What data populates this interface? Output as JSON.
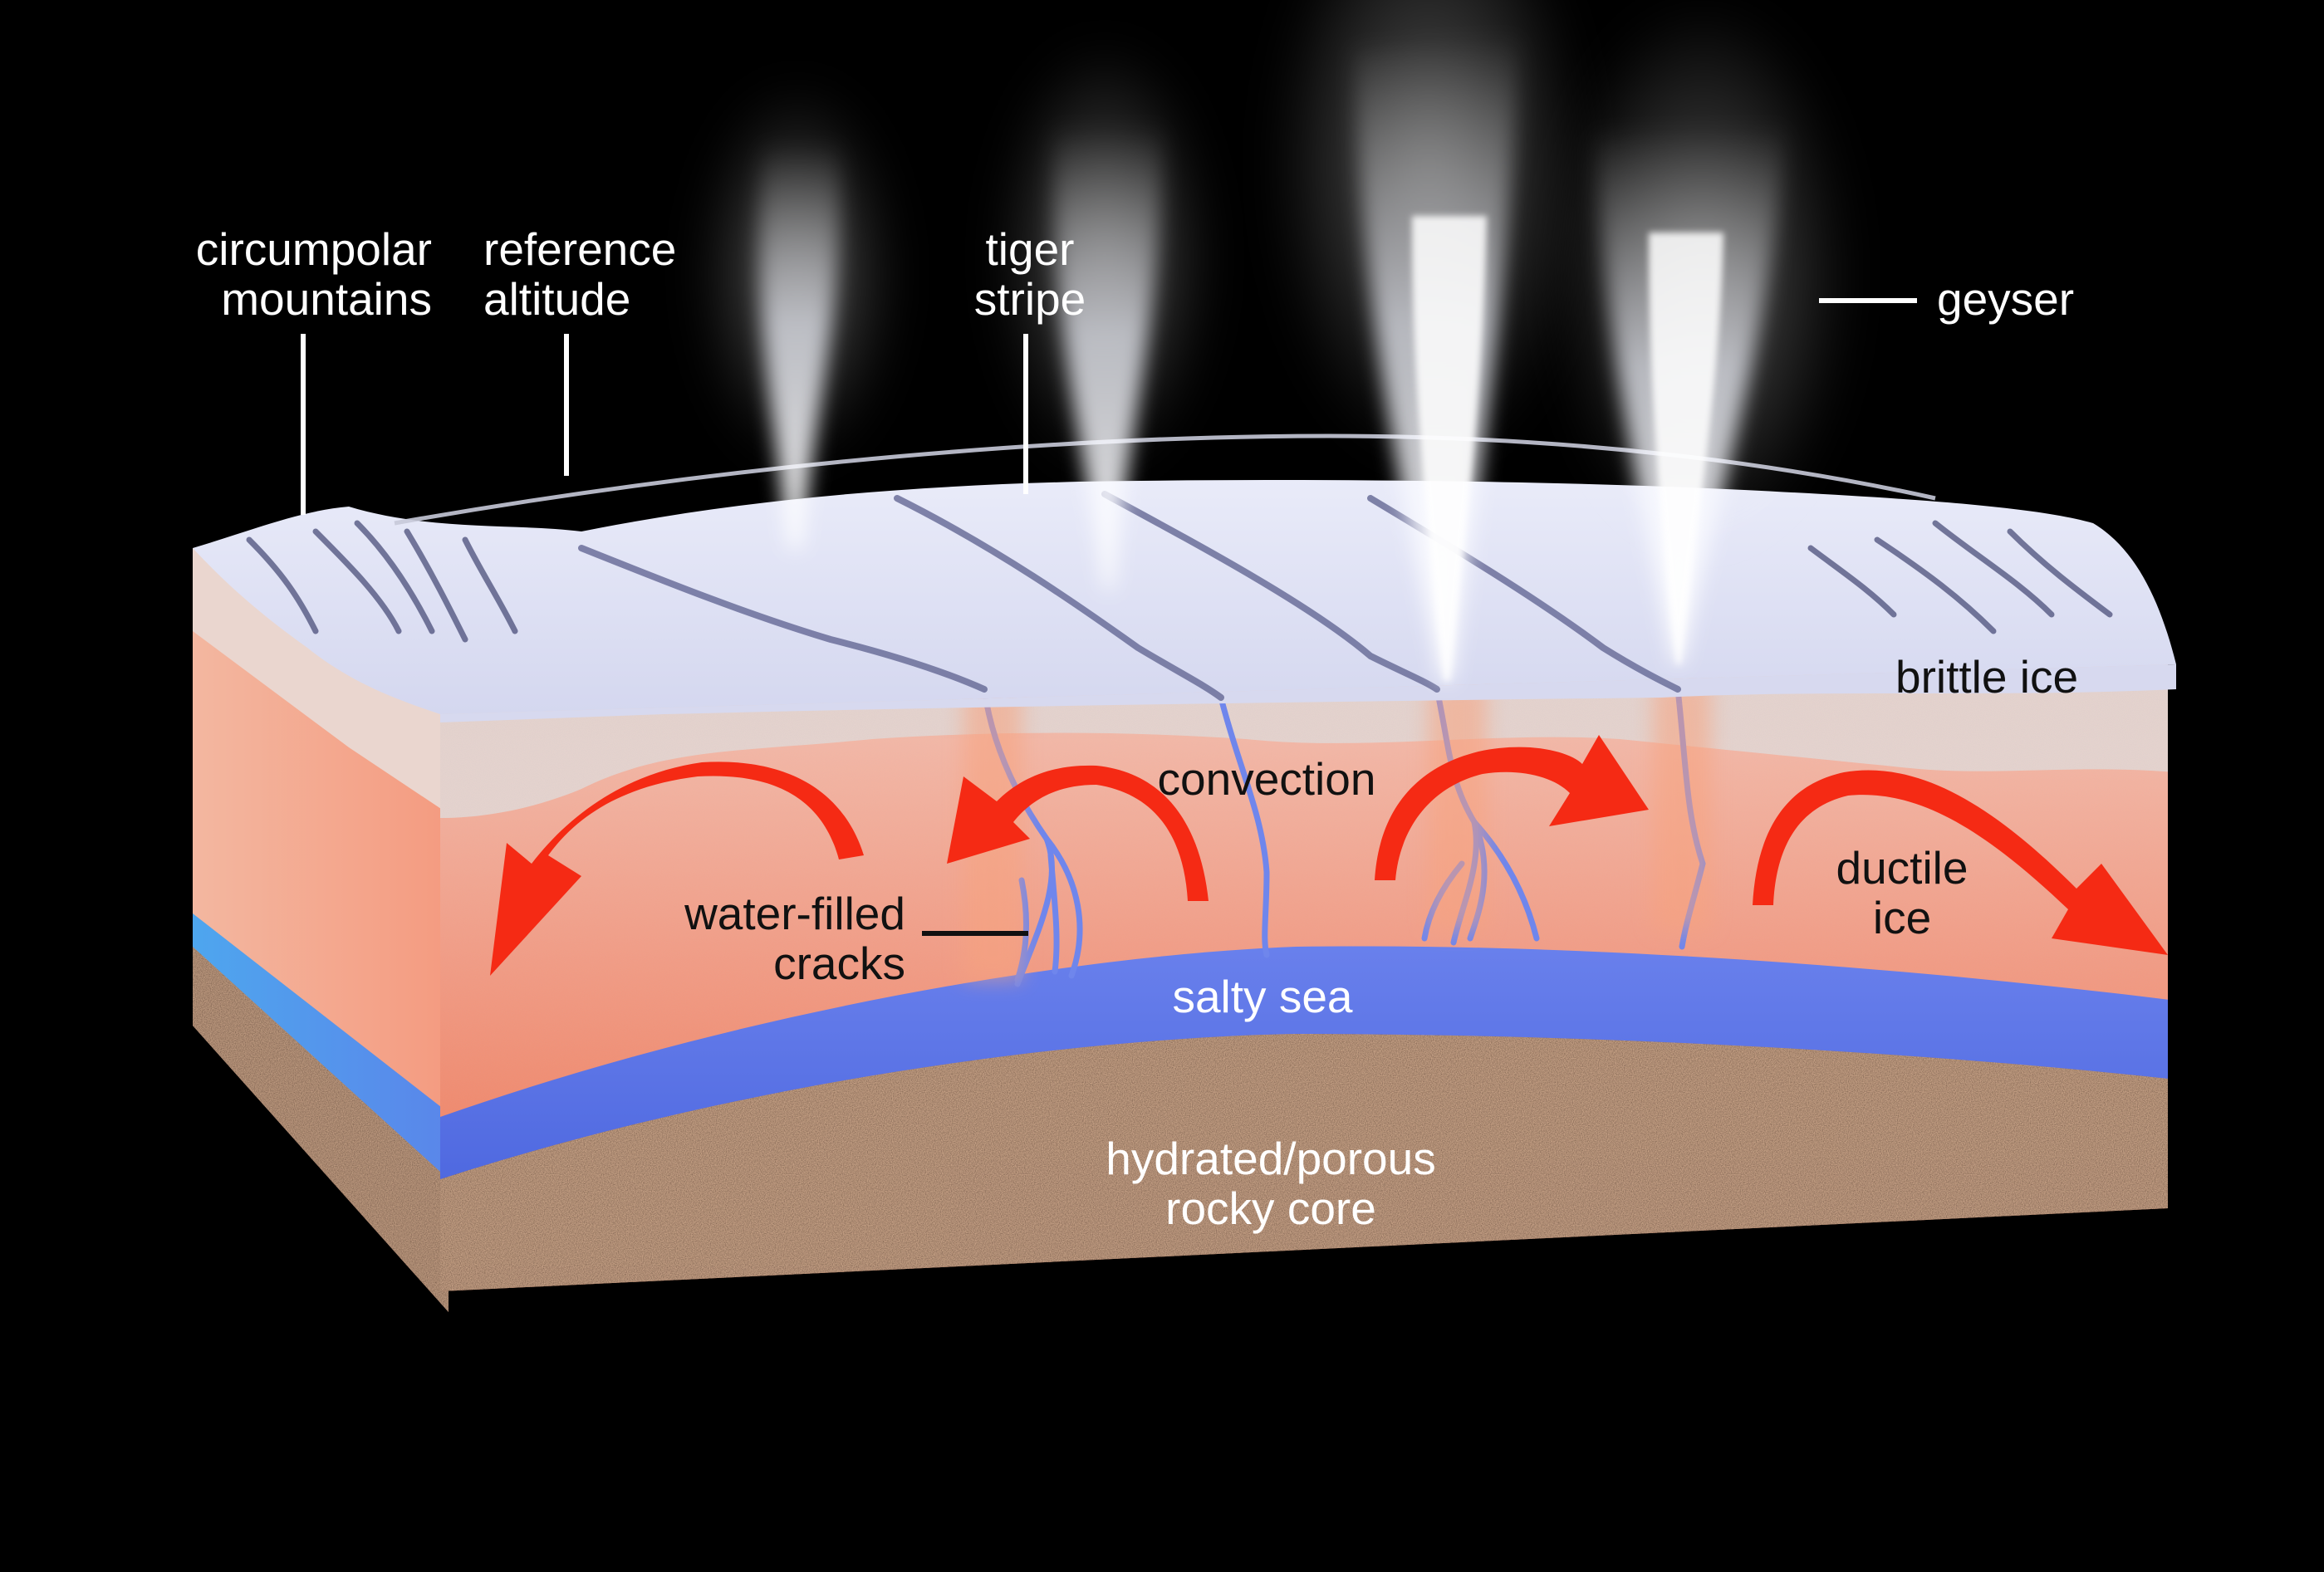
{
  "diagram": {
    "labels": {
      "circumpolar_mountains": [
        "circumpolar",
        "mountains"
      ],
      "reference_altitude": [
        "reference",
        "altitude"
      ],
      "tiger_stripe": [
        "tiger",
        "stripe"
      ],
      "geyser": "geyser",
      "brittle_ice": "brittle ice",
      "convection": "convection",
      "water_filled_cracks": [
        "water-filled",
        "cracks"
      ],
      "ductile_ice": [
        "ductile",
        "ice"
      ],
      "salty_sea": "salty sea",
      "rocky_core": [
        "hydrated/porous",
        "rocky core"
      ]
    },
    "colors": {
      "background": "#000000",
      "ice_surface": "#dde0f4",
      "brittle_ice": "#e6d2cb",
      "ductile_ice": "#f3a088",
      "salty_sea": "#5b74e6",
      "rocky_core": "#4a3328",
      "convection_arrows": "#f52a14",
      "geyser_plume": "#ffffff"
    }
  }
}
